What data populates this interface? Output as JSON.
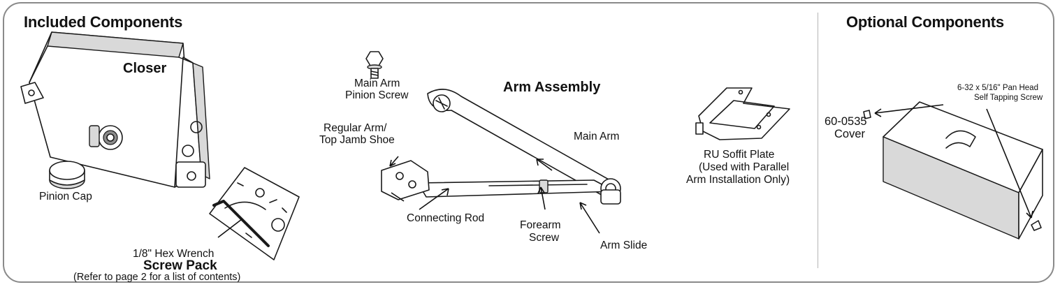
{
  "sections": {
    "included_title": "Included Components",
    "optional_title": "Optional Components"
  },
  "components": {
    "closer": "Closer",
    "pinion_cap": "Pinion Cap",
    "hex_wrench": "1/8\" Hex Wrench",
    "screw_pack": "Screw Pack",
    "screw_pack_note": "(Refer to page 2 for a list of contents)",
    "main_arm_pinion_screw_1": "Main Arm",
    "main_arm_pinion_screw_2": "Pinion Screw",
    "arm_assembly": "Arm Assembly",
    "regular_arm_1": "Regular Arm/",
    "regular_arm_2": "Top Jamb Shoe",
    "main_arm": "Main Arm",
    "connecting_rod": "Connecting Rod",
    "forearm_screw_1": "Forearm",
    "forearm_screw_2": "Screw",
    "arm_slide": "Arm Slide",
    "soffit_1": "RU Soffit Plate",
    "soffit_2": "(Used with Parallel",
    "soffit_3": "Arm Installation Only)"
  },
  "optional": {
    "cover_1": "60-0535",
    "cover_2": "Cover",
    "screw_1": "6-32 x 5/16\" Pan Head",
    "screw_2": "Self Tapping Screw"
  },
  "icons": [
    "door-closer-icon",
    "pinion-cap-icon",
    "screw-pack-icon",
    "hex-wrench-icon",
    "pinion-screw-icon",
    "arm-assembly-icon",
    "soffit-plate-icon",
    "cover-icon",
    "pan-head-screw-icon"
  ]
}
